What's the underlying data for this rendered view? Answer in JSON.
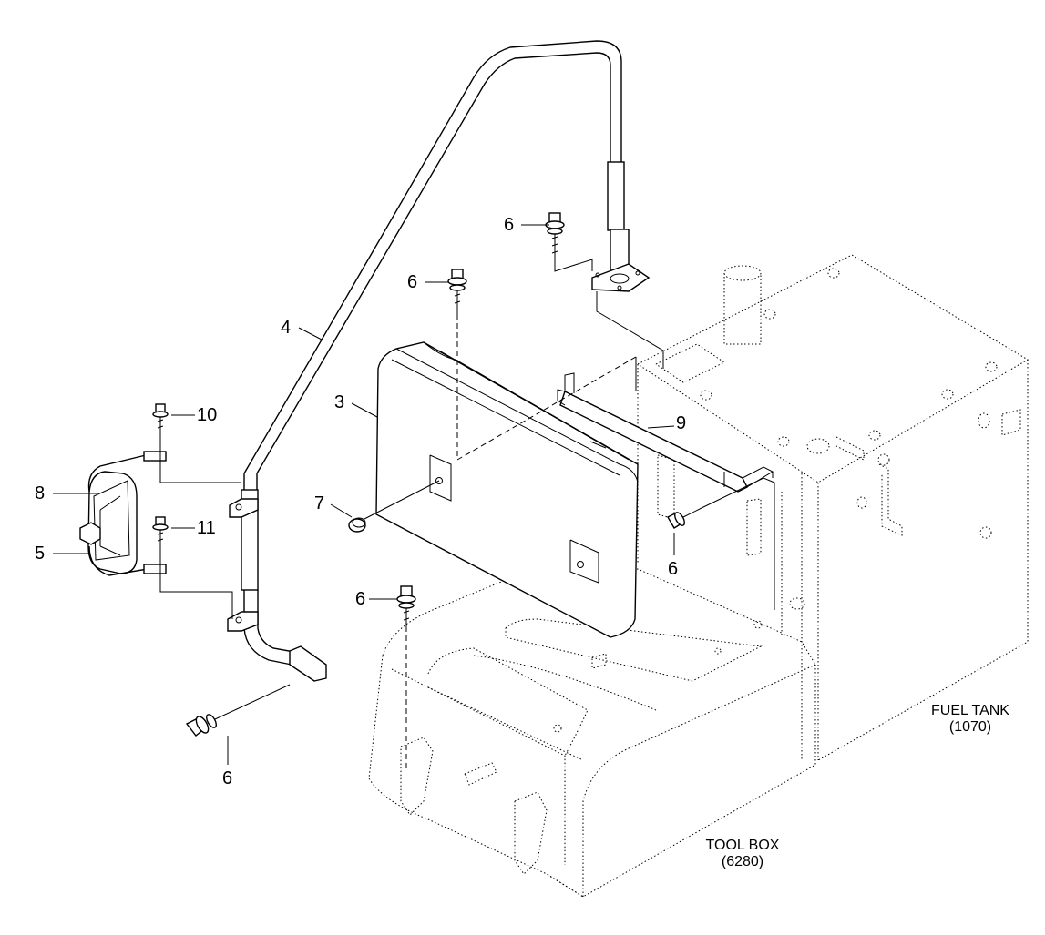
{
  "callouts": {
    "c3": "3",
    "c4": "4",
    "c5": "5",
    "c6_top": "6",
    "c6_mid": "6",
    "c6_right": "6",
    "c6_low": "6",
    "c6_bottom": "6",
    "c7": "7",
    "c8": "8",
    "c9": "9",
    "c10": "10",
    "c11": "11"
  },
  "references": {
    "fuel_tank": {
      "name": "FUEL TANK",
      "code": "(1070)"
    },
    "tool_box": {
      "name": "TOOL BOX",
      "code": "(6280)"
    }
  }
}
